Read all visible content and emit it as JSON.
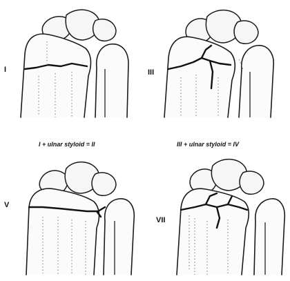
{
  "labels": {
    "panel_1": "I",
    "panel_3": "III",
    "panel_5": "V",
    "panel_7": "VII"
  },
  "captions": {
    "panel_1": "I + ulnar styloid = II",
    "panel_3": "III + ulnar styloid = IV"
  },
  "colors": {
    "ink": "#111111",
    "paper": "#ffffff"
  }
}
